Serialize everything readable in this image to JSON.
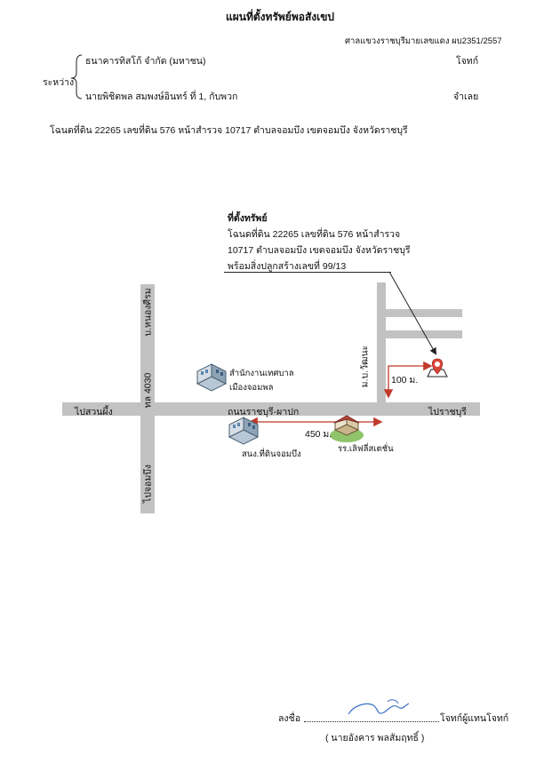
{
  "header": {
    "title": "แผนที่ตั้งทรัพย์พอสังเขป",
    "court_case": "ศาลแขวงราชบุรีมายเลขแดง ผบ2351/2557"
  },
  "parties": {
    "between_label": "ระหว่าง",
    "plaintiff_name": "ธนาคารทิสโก้ จำกัด (มหาชน)",
    "plaintiff_role": "โจทก์",
    "defendant_name": "นายพิชิตพล สมพงษ์อินทร์ ที่ 1, กับพวก",
    "defendant_role": "จำเลย"
  },
  "deed_line": "โฉนดที่ดิน 22265 เลขที่ดิน 576 หน้าสำรวจ 10717 ตำบลจอมบึง เขตจอมบึง จังหวัดราชบุรี",
  "property_box": {
    "heading": "ที่ตั้งทรัพย์",
    "line1": "โฉนดที่ดิน 22265 เลขที่ดิน 576 หน้าสำรวจ",
    "line2": "10717 ตำบลจอมบึง เขตจอมบึง จังหวัดราชบุรี",
    "line3": "พร้อมสิ่งปลูกสร้างเลขที่ 99/13"
  },
  "map": {
    "road_west": "ไปสวนผึ้ง",
    "road_main": "ถนนราชบุรี-ผาปก",
    "road_east": "ไปราชบุรี",
    "road_north_top": "บ.หนองศีรม",
    "road_north_mid": "ทล 4030",
    "road_south": "ไปจอมบึง",
    "soi_label": "ม.บ.วัฒนะ",
    "dist_100": "100 ม.",
    "dist_450": "450 ม.",
    "landmark_municipal_l1": "สำนักงานเทศบาล",
    "landmark_municipal_l2": "เมืองจอมพล",
    "landmark_land_office": "สนง.ที่ดินจอมบึง",
    "landmark_school": "รร.เลิฟลี่สเตชั่น",
    "road_color": "#c2c2c2",
    "arrow_color": "#c0392b",
    "marker_color": "#d9453b"
  },
  "signature": {
    "sign_prefix": "ลงชื่อ",
    "sign_suffix": "โจทก์ผู้แทนโจทก์",
    "signer_name": "( นายอังคาร พลสัมฤทธิ์ )"
  }
}
